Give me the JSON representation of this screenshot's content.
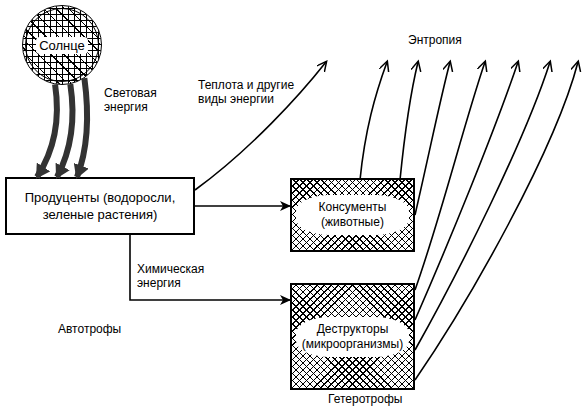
{
  "diagram": {
    "nodes": [
      {
        "text": [
          "Солнце"
        ]
      },
      {
        "text": [
          "Продуценты (водоросли, зеленые растения)"
        ]
      },
      {
        "text": [
          "Консументы (животные)"
        ]
      },
      {
        "text": [
          "Деструкторы (микроорганизмы)"
        ]
      }
    ],
    "edges": [
      {
        "from": 0,
        "to": 1,
        "label": "Световая энергия",
        "arrow": "to"
      },
      {
        "from": 1,
        "to": 2,
        "arrow": "to"
      },
      {
        "from": 1,
        "to": 3,
        "label": "Химическая энергия",
        "arrow": "to"
      }
    ],
    "labels": [
      "Теплота и другие виды энергии",
      "Энтропия",
      "Автотрофы",
      "Гетеротрофы"
    ]
  }
}
